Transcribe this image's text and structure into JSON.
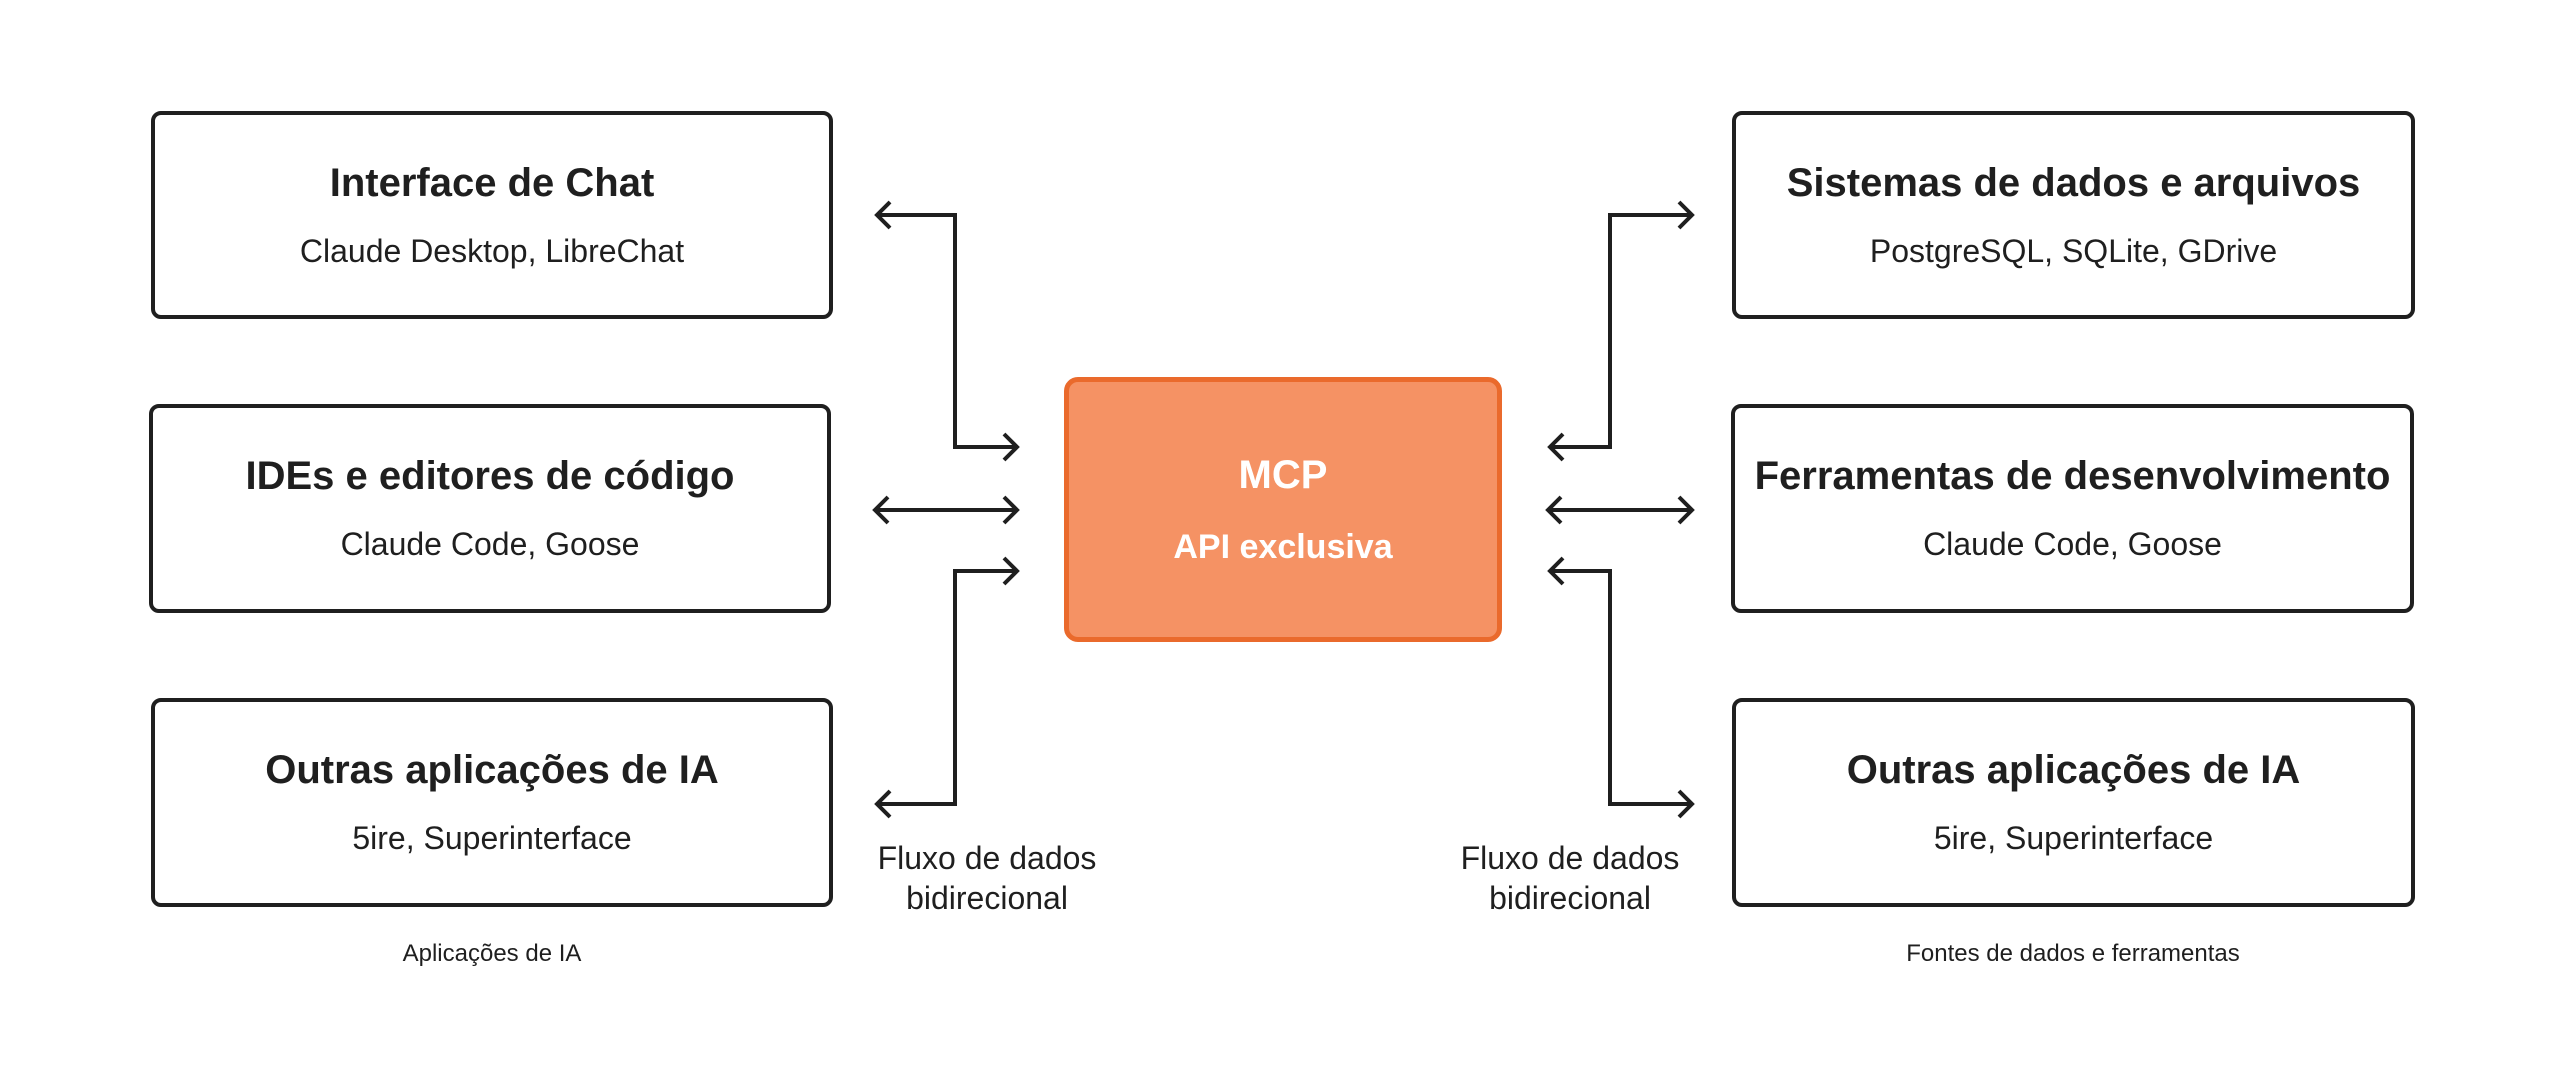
{
  "left_group": {
    "label": "Aplicações de IA",
    "boxes": [
      {
        "title": "Interface de Chat",
        "subtitle": "Claude Desktop, LibreChat"
      },
      {
        "title": "IDEs e editores de código",
        "subtitle": "Claude Code, Goose"
      },
      {
        "title": "Outras aplicações de IA",
        "subtitle": "5ire, Superinterface"
      }
    ]
  },
  "center": {
    "title": "MCP",
    "subtitle": "API exclusiva",
    "fill_color": "#f59264",
    "border_color": "#ea6a2c"
  },
  "right_group": {
    "label": "Fontes de dados e ferramentas",
    "boxes": [
      {
        "title": "Sistemas de dados e arquivos",
        "subtitle": "PostgreSQL, SQLite, GDrive"
      },
      {
        "title": "Ferramentas de desenvolvimento",
        "subtitle": "Claude Code, Goose"
      },
      {
        "title": "Outras aplicações de IA",
        "subtitle": "5ire, Superinterface"
      }
    ]
  },
  "flow_labels": {
    "left": {
      "line1": "Fluxo de dados",
      "line2": "bidirecional"
    },
    "right": {
      "line1": "Fluxo de dados",
      "line2": "bidirecional"
    }
  }
}
